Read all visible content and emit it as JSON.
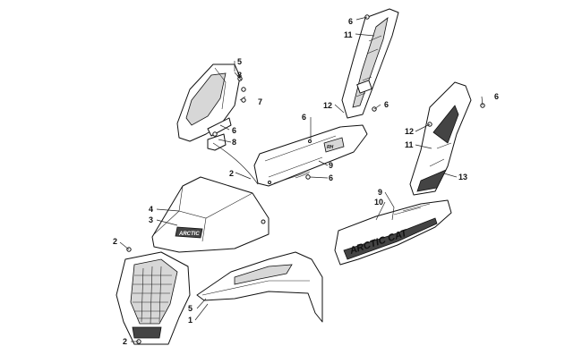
{
  "diagram": {
    "callouts": [
      "6",
      "11",
      "5",
      "8",
      "7",
      "6",
      "8",
      "12",
      "6",
      "6",
      "2",
      "9",
      "6",
      "4",
      "3",
      "2",
      "5",
      "1",
      "2",
      "12",
      "11",
      "6",
      "13",
      "9",
      "10"
    ],
    "decal_text": "ARCTIC CAT"
  }
}
